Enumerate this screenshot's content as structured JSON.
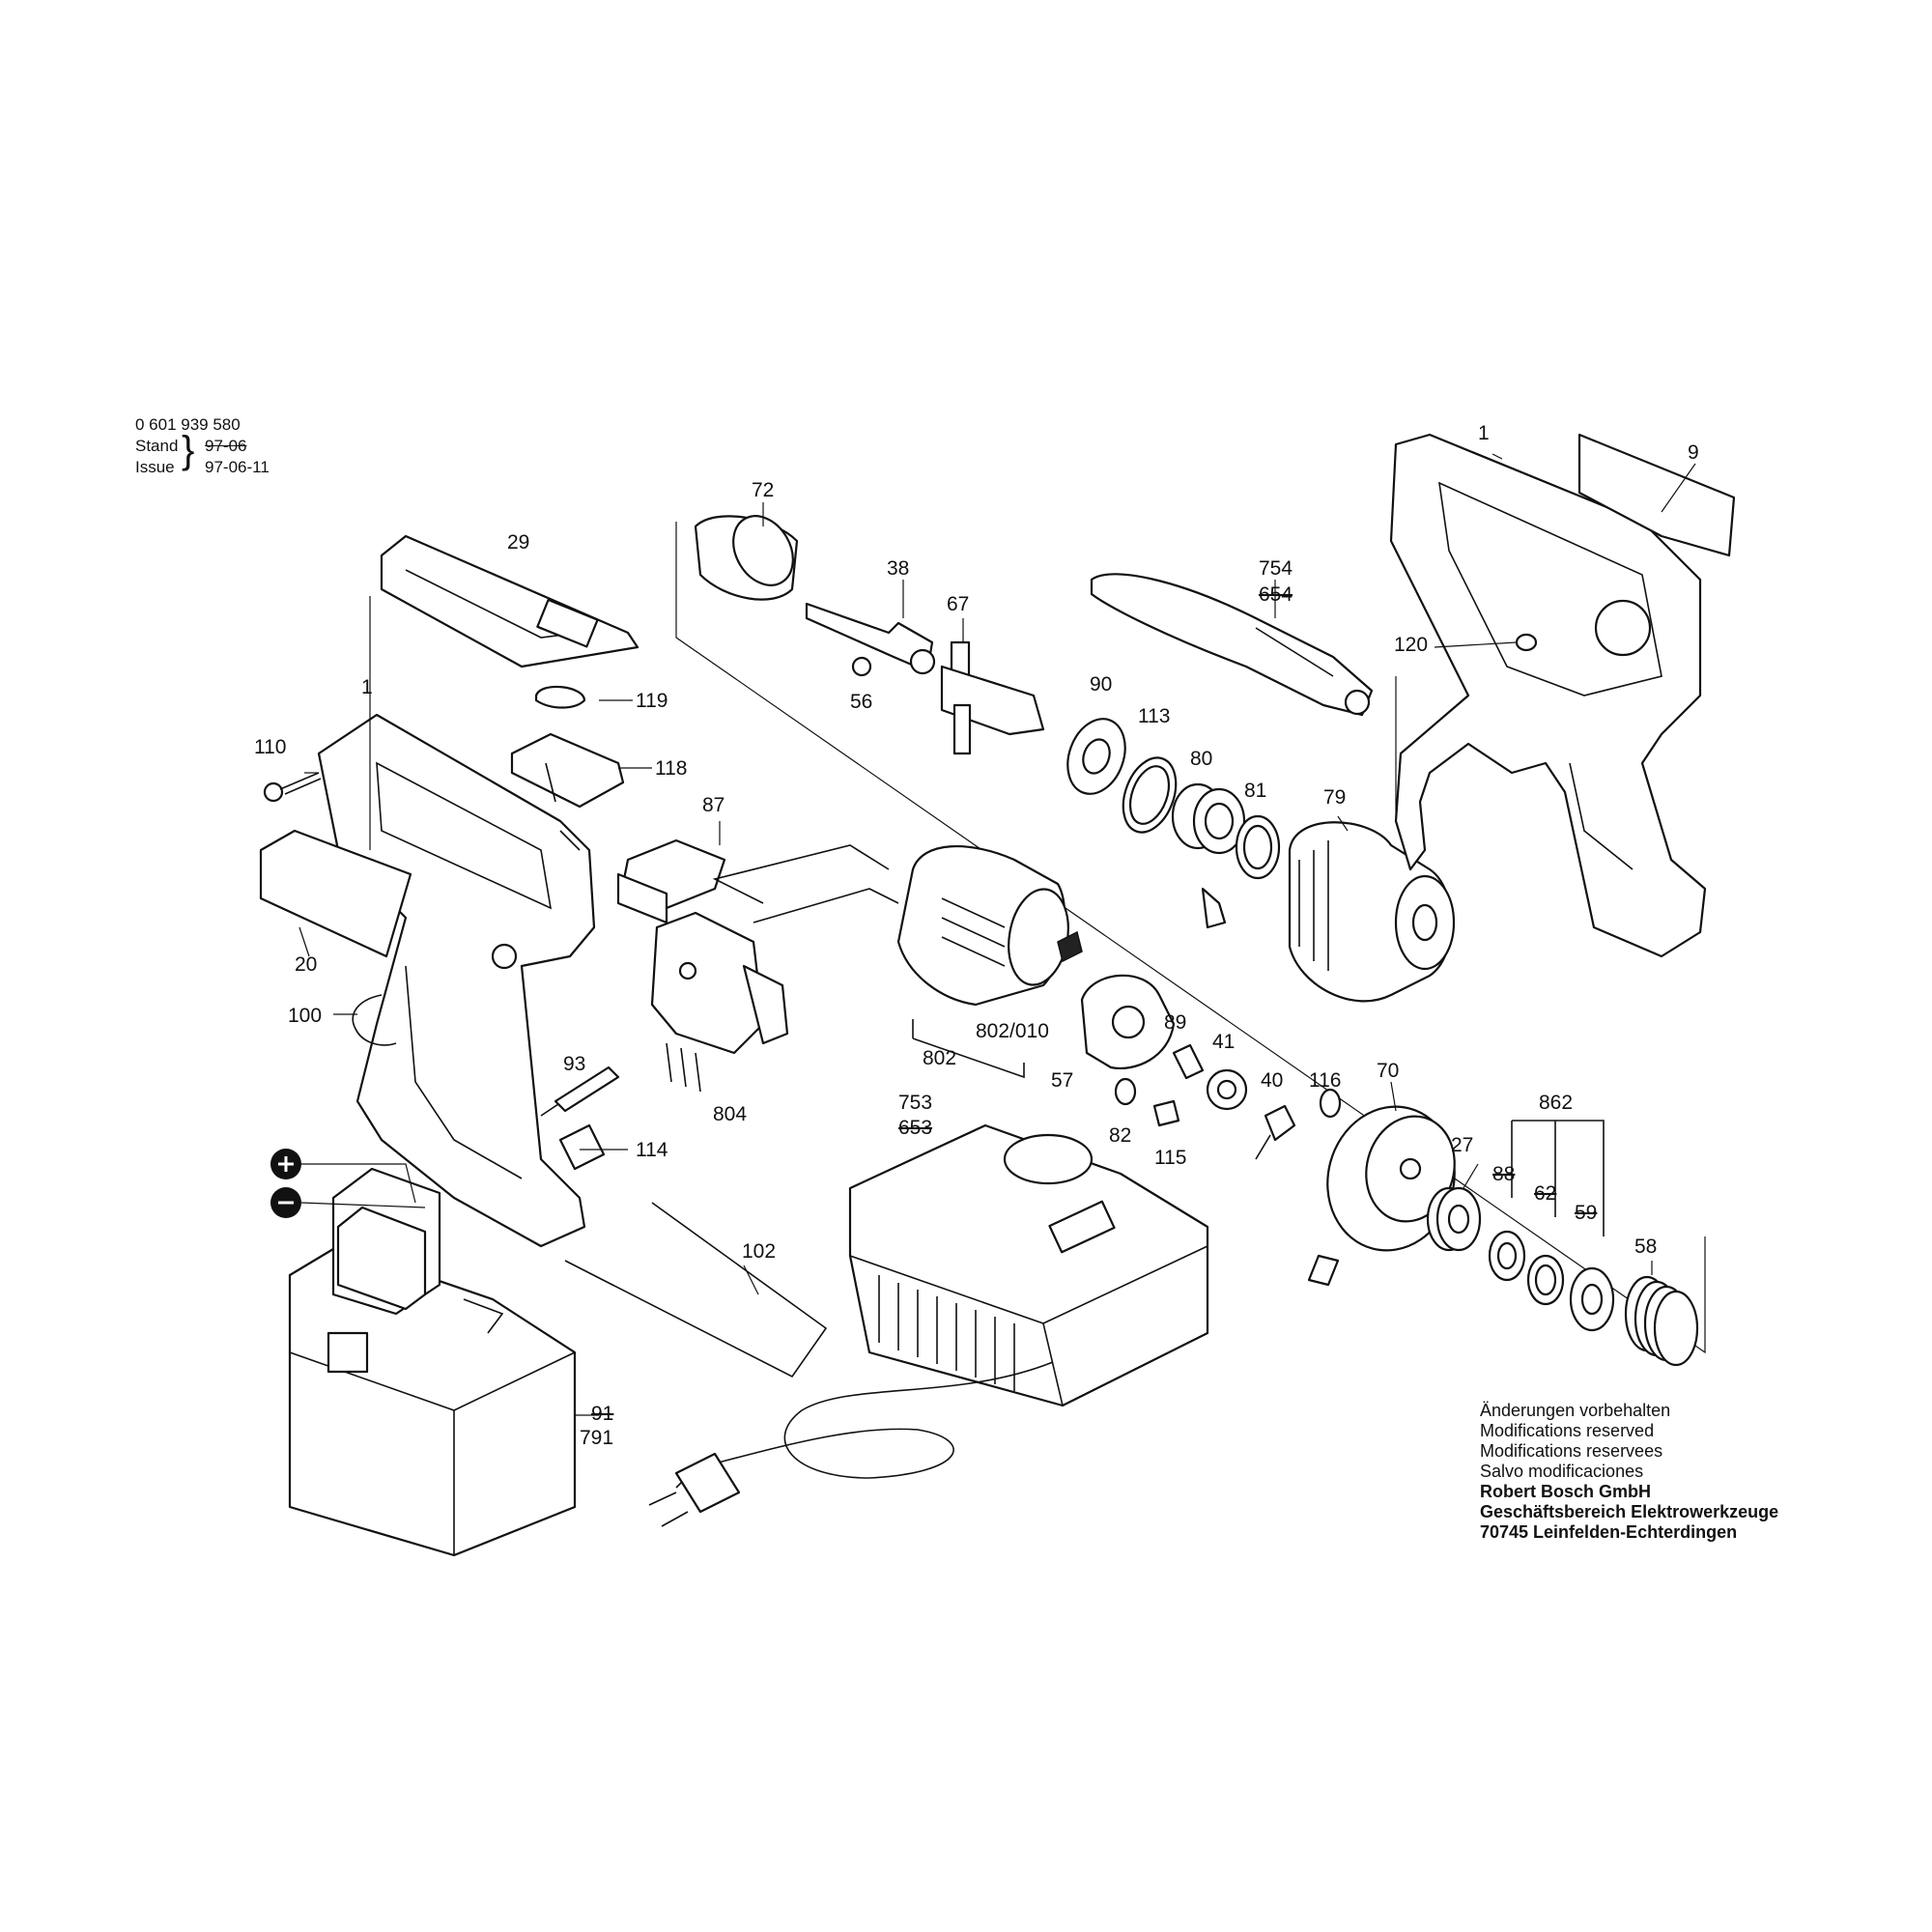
{
  "header": {
    "model": "0 601 939 580",
    "stand_label": "Stand",
    "stand_value": "97-06",
    "issue_label": "Issue",
    "issue_value": "97-06-11"
  },
  "parts": {
    "p1a": "1",
    "p1b": "1",
    "p9": "9",
    "p20": "20",
    "p27": "27",
    "p29": "29",
    "p38": "38",
    "p40": "40",
    "p41": "41",
    "p56": "56",
    "p57": "57",
    "p58": "58",
    "p59": "59",
    "p62": "62",
    "p67": "67",
    "p70": "70",
    "p72": "72",
    "p79": "79",
    "p80": "80",
    "p81": "81",
    "p82": "82",
    "p87": "87",
    "p88": "88",
    "p89": "89",
    "p90": "90",
    "p93": "93",
    "p100": "100",
    "p102": "102",
    "p110": "110",
    "p113": "113",
    "p114": "114",
    "p115": "115",
    "p116": "116",
    "p118": "118",
    "p119": "119",
    "p120": "120",
    "p753": "753",
    "p653": "653",
    "p754": "754",
    "p654": "654",
    "p802": "802",
    "p802_010": "802/010",
    "p804": "804",
    "p862": "862",
    "p791": "791",
    "p91": "91"
  },
  "notes": {
    "line1": "Änderungen vorbehalten",
    "line2": "Modifications reserved",
    "line3": "Modifications reservees",
    "line4": "Salvo modificaciones",
    "line5": "Robert Bosch GmbH",
    "line6": "Geschäftsbereich Elektrowerkzeuge",
    "line7": "70745 Leinfelden-Echterdingen"
  }
}
